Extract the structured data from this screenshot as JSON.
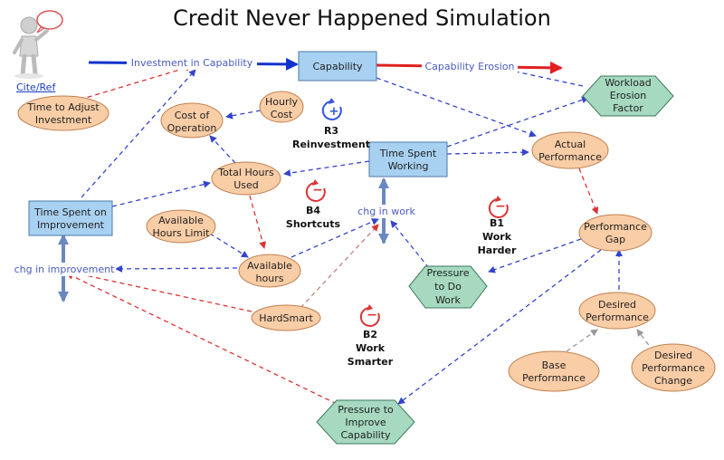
{
  "title": "Credit Never Happened Simulation",
  "cite": "Cite/Ref",
  "colors": {
    "stock_fill": "#a8d0f0",
    "aux_fill": "#f9cda6",
    "hex_fill": "#a6d9c0",
    "link_blue": "#3344cc",
    "link_red": "#dd3333",
    "flow_blue": "#1133cc",
    "flow_red": "#e02020"
  },
  "stocks": {
    "capability": "Capability",
    "time_working": [
      "Time Spent",
      "Working"
    ],
    "time_improvement": [
      "Time Spent on",
      "Improvement"
    ]
  },
  "flows": {
    "investment": "Investment in Capability",
    "erosion": "Capability Erosion",
    "chg_work": "chg in work",
    "chg_improvement": "chg in improvement"
  },
  "aux": {
    "time_adjust": [
      "Time to Adjust",
      "Investment"
    ],
    "cost_operation": [
      "Cost of",
      "Operation"
    ],
    "hourly_cost": [
      "Hourly",
      "Cost"
    ],
    "total_hours": [
      "Total Hours",
      "Used"
    ],
    "available_limit": [
      "Available",
      "Hours Limit"
    ],
    "available_hours": [
      "Available",
      "hours"
    ],
    "hardsmart": [
      "HardSmart"
    ],
    "actual_performance": [
      "Actual",
      "Performance"
    ],
    "performance_gap": [
      "Performance",
      "Gap"
    ],
    "desired_performance": [
      "Desired",
      "Performance"
    ],
    "base_performance": [
      "Base",
      "Performance"
    ],
    "desired_change": [
      "Desired",
      "Performance",
      "Change"
    ]
  },
  "hexes": {
    "workload_erosion": [
      "Workload",
      "Erosion",
      "Factor"
    ],
    "pressure_work": [
      "Pressure",
      "to Do",
      "Work"
    ],
    "pressure_improve": [
      "Pressure to",
      "Improve",
      "Capability"
    ]
  },
  "loops": {
    "r3": [
      "R3",
      "Reinvestment"
    ],
    "b4": [
      "B4",
      "Shortcuts"
    ],
    "b1": [
      "B1",
      "Work",
      "Harder"
    ],
    "b2": [
      "B2",
      "Work",
      "Smarter"
    ]
  },
  "loop_signs": {
    "r3": "+",
    "b4": "−",
    "b1": "−",
    "b2": "−"
  }
}
